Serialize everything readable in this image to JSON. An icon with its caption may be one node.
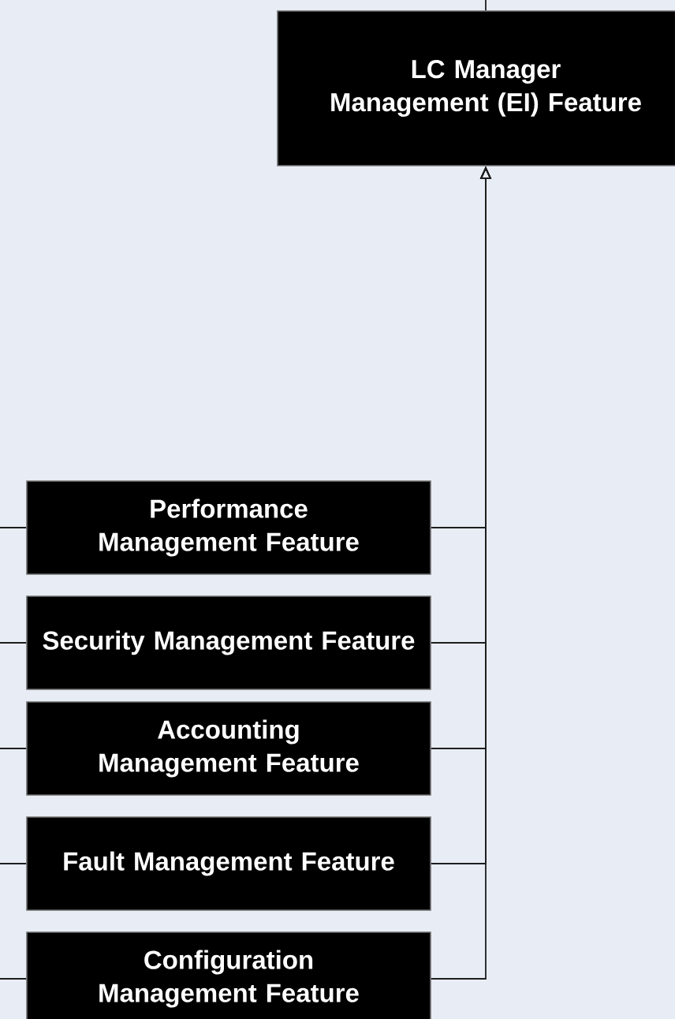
{
  "diagram": {
    "nodes": [
      {
        "text": [
          "LC Manager Management (EI) Feature"
        ]
      },
      {
        "text": [
          "Performance Management Feature"
        ]
      },
      {
        "text": [
          "Security Management Feature"
        ]
      },
      {
        "text": [
          "Accounting Management Feature"
        ]
      },
      {
        "text": [
          "Fault Management Feature"
        ]
      },
      {
        "text": [
          "Configuration Management Feature"
        ]
      }
    ],
    "edges": [
      {
        "from": 1,
        "to": 0,
        "arrow": "to"
      },
      {
        "from": 2,
        "to": 0,
        "arrow": "to"
      },
      {
        "from": 3,
        "to": 0,
        "arrow": "to"
      },
      {
        "from": 4,
        "to": 0,
        "arrow": "to"
      },
      {
        "from": 5,
        "to": 0,
        "arrow": "to"
      },
      {
        "from": null,
        "to": 0,
        "arrow": "none"
      },
      {
        "from": null,
        "to": 1,
        "arrow": "none"
      },
      {
        "from": null,
        "to": 2,
        "arrow": "none"
      },
      {
        "from": null,
        "to": 3,
        "arrow": "none"
      },
      {
        "from": null,
        "to": 4,
        "arrow": "none"
      },
      {
        "from": null,
        "to": 5,
        "arrow": "none"
      }
    ]
  }
}
